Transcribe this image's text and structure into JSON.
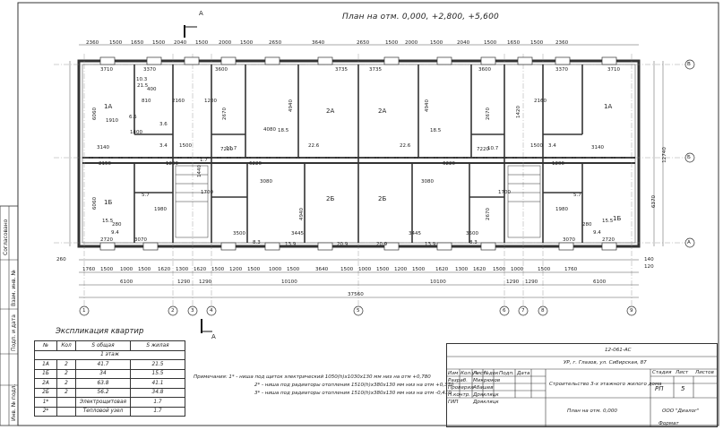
{
  "title": "План на отм. 0,000, +2,800, +5,600",
  "section_marker": "A",
  "axes_letters": [
    "В",
    "Б",
    "А"
  ],
  "axes_numbers": [
    "1",
    "2",
    "3",
    "4",
    "5",
    "6",
    "7",
    "8",
    "9"
  ],
  "top_dims": [
    "2360",
    "1500",
    "1650",
    "1500",
    "2040",
    "1500",
    "2000",
    "1500",
    "2650",
    "3640",
    "2650",
    "1500",
    "2000",
    "1500",
    "2040",
    "1500",
    "1650",
    "1500",
    "2360"
  ],
  "bottom_dims": [
    "1760",
    "1500",
    "1000",
    "1500",
    "1620",
    "1300",
    "1620",
    "1500",
    "1200",
    "1500",
    "1000",
    "1500",
    "3640",
    "1500",
    "1000",
    "1500",
    "1200",
    "1500",
    "1620",
    "1300",
    "1620",
    "1500",
    "1000",
    "1500",
    "1760"
  ],
  "bottom_totals": [
    "6100",
    "1290",
    "1290",
    "10100",
    "10100",
    "1290",
    "1290",
    "6100"
  ],
  "overall_dim": "37560",
  "left_offset": "260",
  "right_offset": "140",
  "right_offset2": "120",
  "vert_dims": [
    "6060",
    "6060",
    "6370",
    "12740"
  ],
  "rooms": [
    "1А",
    "2А",
    "2А",
    "1А",
    "1Б",
    "2Б",
    "2Б",
    "1Б"
  ],
  "area_labels": [
    "21.5",
    "10.3",
    "6.5",
    "3.6",
    "22.6",
    "22.6",
    "18.5",
    "18.5",
    "15.5",
    "9.4",
    "5.7",
    "13.9",
    "20.9",
    "20.9",
    "13.9",
    "8.3",
    "8.3",
    "15.5",
    "9.4",
    "3.4",
    "1.7",
    "11.7",
    "10.7",
    "3.4",
    "5.7"
  ],
  "dim_labels": [
    "3710",
    "3370",
    "2150",
    "400",
    "810",
    "2160",
    "1910",
    "1400",
    "1500",
    "3600",
    "1200",
    "4080",
    "2670",
    "3735",
    "3735",
    "2670",
    "4940",
    "4940",
    "2160",
    "1500",
    "3600",
    "1420",
    "3370",
    "3710",
    "7220",
    "1200",
    "1440",
    "1200",
    "7220",
    "6220",
    "6220",
    "3080",
    "3080",
    "1980",
    "1980",
    "4940",
    "2670",
    "3500",
    "3445",
    "3445",
    "3500",
    "2720",
    "3070",
    "3070",
    "2720",
    "280",
    "280",
    "3140",
    "3140",
    "1700",
    "1700"
  ],
  "explication_title": "Экспликация квартир",
  "explication": {
    "headers": [
      "№",
      "Кол",
      "S общая",
      "S жилая"
    ],
    "section": "1 этаж",
    "rows": [
      [
        "1А",
        "2",
        "41.7",
        "21.5"
      ],
      [
        "1Б",
        "2",
        "34",
        "15.5"
      ],
      [
        "2А",
        "2",
        "63.8",
        "41.1"
      ],
      [
        "2Б",
        "2",
        "56.2",
        "34.8"
      ],
      [
        "1*",
        "",
        "Электрощитовая",
        "1.7"
      ],
      [
        "2*",
        "",
        "Тепловой узел",
        "1.7"
      ]
    ]
  },
  "notes": [
    "Примечания: 1* - ниша под щиток электрический 1050(h)х1030х130 мм низ на отм +0,780",
    "2* - ниша под радиаторы отопления 1510(h)х380х130 мм низ на отм +0,370",
    "3* - ниша под радиаторы отопления 1510(h)х380х130 мм низ на отм -0,410"
  ],
  "stamp": {
    "code": "12-061-АС",
    "address": "УР, г. Глазов, ул. Сибирская, 87",
    "object": "Строительство 3-х этажного жилого дома",
    "sheet_title": "План на отм. 0,000",
    "company": "ООО \"Диалог\"",
    "format": "Формат",
    "stage_label": "Стадия",
    "sheet_label": "Лист",
    "sheets_label": "Листов",
    "stage": "РП",
    "sheet_no": "5",
    "cols": [
      "Изм",
      "Кол.уч",
      "Лист",
      "№док",
      "Подп.",
      "Дата"
    ],
    "roles": [
      "Разраб.",
      "Проверил",
      "Н.контр.",
      "ГИП"
    ],
    "names": [
      "Микрюков",
      "Абашев",
      "Дрякляцк",
      "Дрякляцк"
    ]
  },
  "side_labels": [
    "Согласовано",
    "Взам. инв. №",
    "Подп. и дата",
    "Инв. № подл."
  ]
}
